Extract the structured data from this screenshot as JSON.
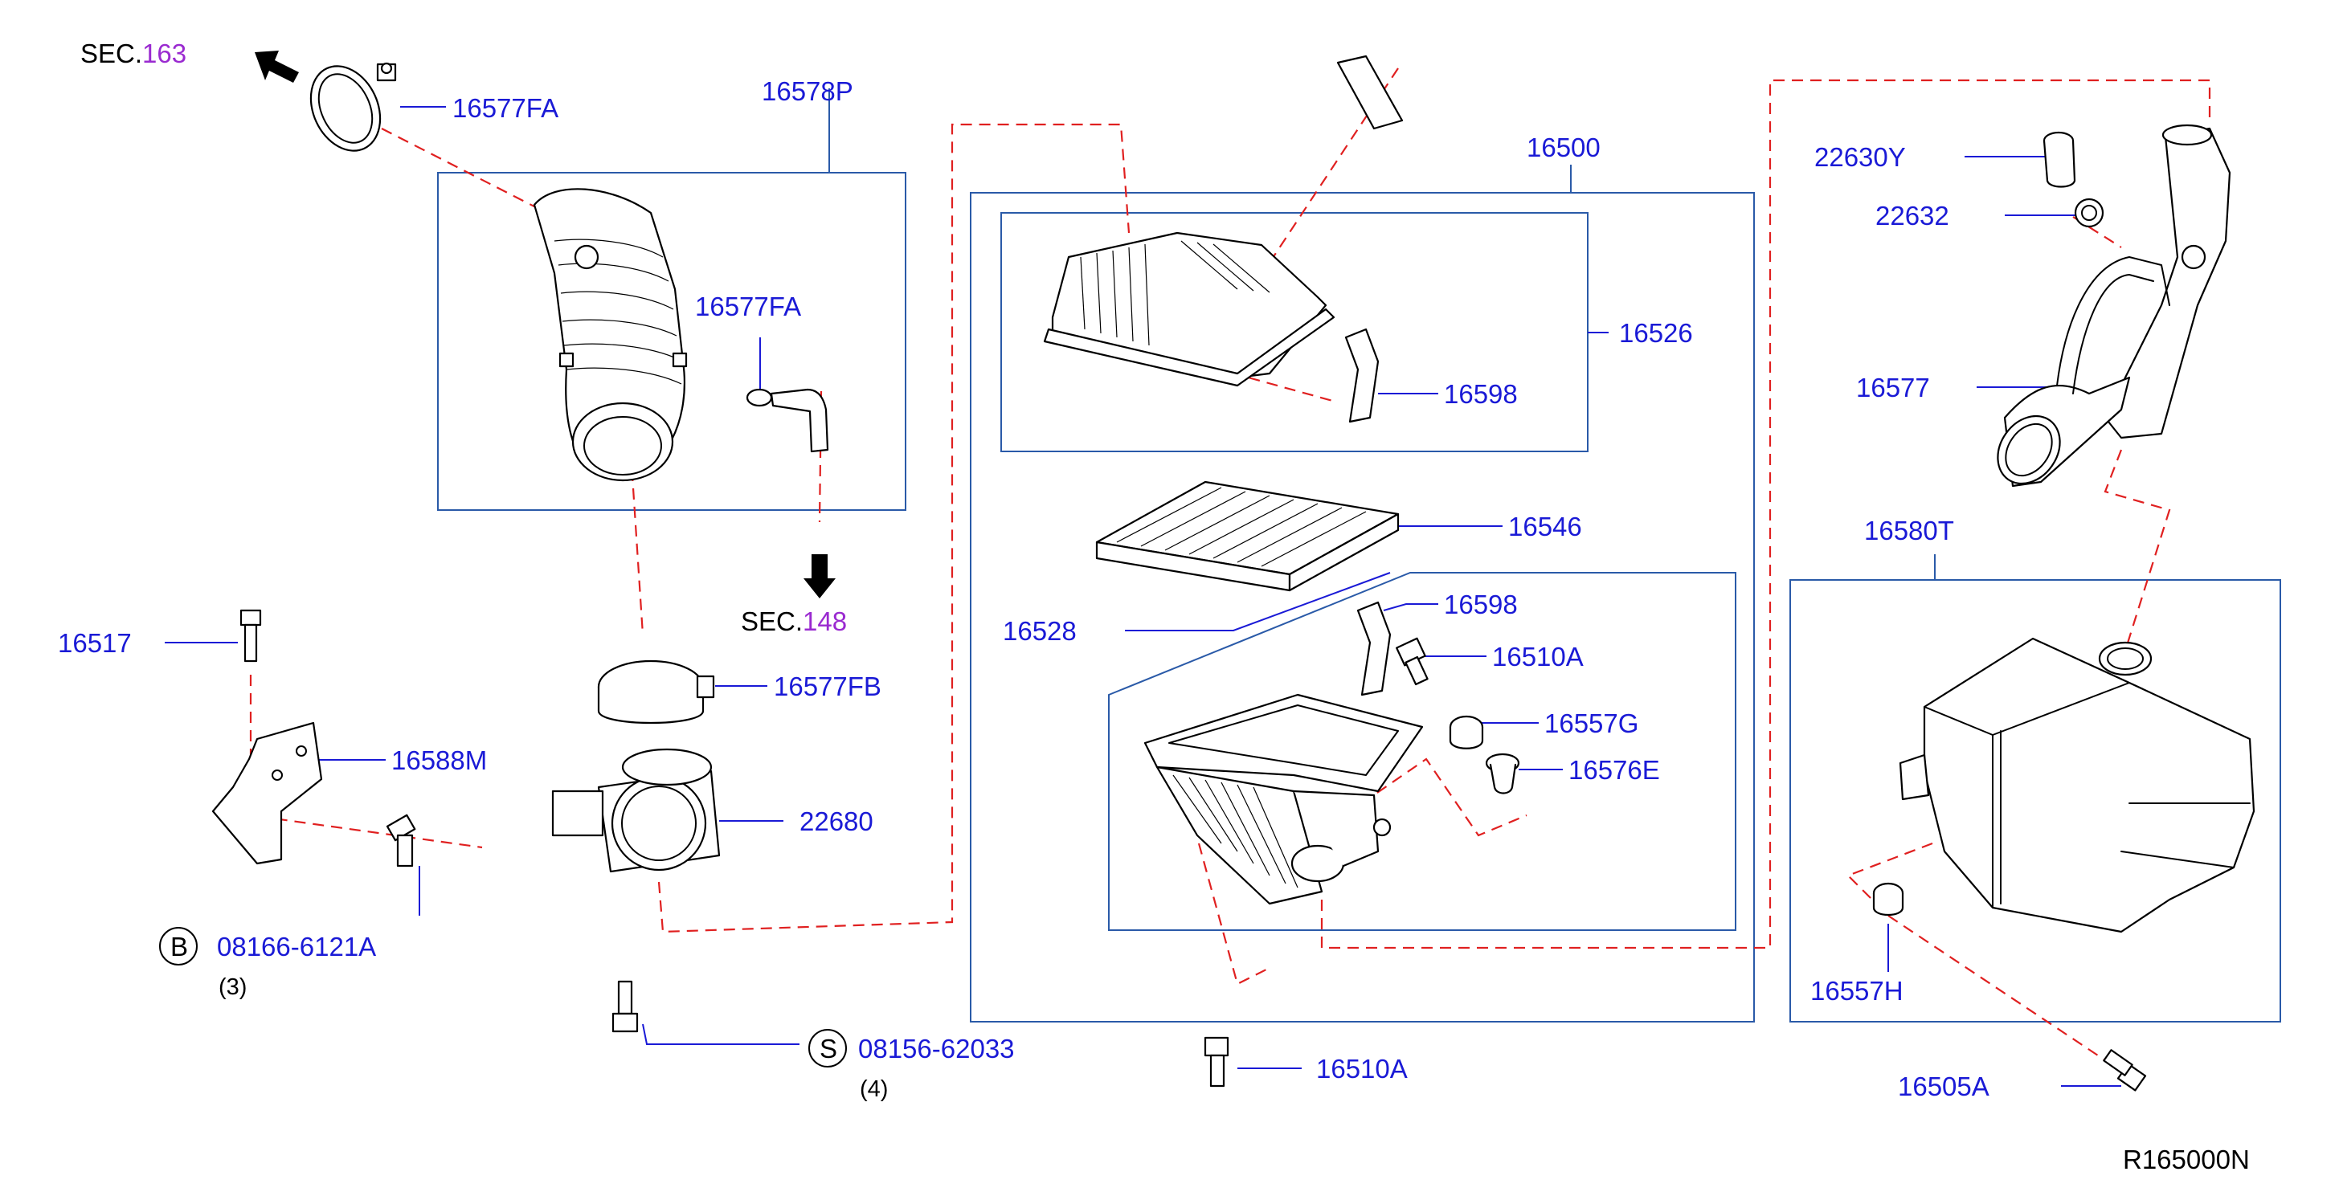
{
  "diagram_code": "R165000N",
  "section_refs": [
    {
      "prefix": "SEC.",
      "number": "163"
    },
    {
      "prefix": "SEC.",
      "number": "148"
    }
  ],
  "colors": {
    "part_number": "#1a1ad6",
    "section_number": "#9a2ad0",
    "assembly_box": "#2a5aa8",
    "dashed_leader": "#e02020"
  },
  "labels": {
    "clamp_top": "16577FA",
    "duct_assembly": "16578P",
    "clamp_inner": "16577FA",
    "clamp_fb": "16577FB",
    "throttle_body": "22680",
    "bolt_16517": "16517",
    "bracket": "16588M",
    "bolt_b": "08166-6121A",
    "bolt_b_qty": "(3)",
    "bolt_b_symbol": "B",
    "bolt_s": "08156-62033",
    "bolt_s_qty": "(4)",
    "bolt_s_symbol": "S",
    "air_cleaner_assy": "16500",
    "cover": "16526",
    "clip_upper": "16598",
    "filter": "16546",
    "lower_case": "16528",
    "clip_lower": "16598",
    "bolt_inside": "16510A",
    "grommet_inside": "16557G",
    "mount_rubber": "16576E",
    "bolt_bottom": "16510A",
    "sensor": "22630Y",
    "seal": "22632",
    "inlet_duct": "16577",
    "resonator": "16580T",
    "grommet_res": "16557H",
    "bolt_res": "16505A"
  }
}
